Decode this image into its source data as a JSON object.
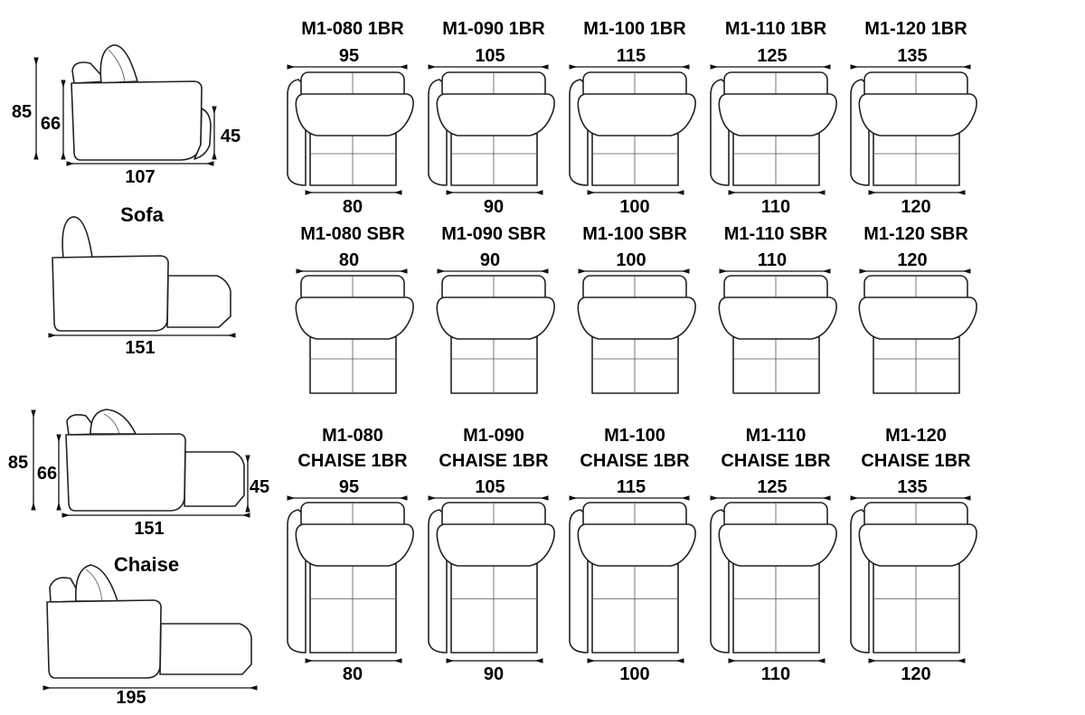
{
  "side_views": {
    "sofa": {
      "height_total": "85",
      "height_arm": "66",
      "height_seat": "45",
      "depth": "107",
      "label": "Sofa",
      "depth_extended": "151"
    },
    "chaise": {
      "height_total": "85",
      "height_arm": "66",
      "height_seat": "45",
      "depth": "151",
      "label": "Chaise",
      "depth_extended": "195"
    }
  },
  "rows": [
    {
      "type": "1BR",
      "modules": [
        {
          "title": [
            "M1-080 1BR"
          ],
          "top": "95",
          "bottom": "80"
        },
        {
          "title": [
            "M1-090 1BR"
          ],
          "top": "105",
          "bottom": "90"
        },
        {
          "title": [
            "M1-100 1BR"
          ],
          "top": "115",
          "bottom": "100"
        },
        {
          "title": [
            "M1-110 1BR"
          ],
          "top": "125",
          "bottom": "110"
        },
        {
          "title": [
            "M1-120 1BR"
          ],
          "top": "135",
          "bottom": "120"
        }
      ]
    },
    {
      "type": "SBR",
      "modules": [
        {
          "title": [
            "M1-080 SBR"
          ],
          "top": "80"
        },
        {
          "title": [
            "M1-090 SBR"
          ],
          "top": "90"
        },
        {
          "title": [
            "M1-100 SBR"
          ],
          "top": "100"
        },
        {
          "title": [
            "M1-110 SBR"
          ],
          "top": "110"
        },
        {
          "title": [
            "M1-120 SBR"
          ],
          "top": "120"
        }
      ]
    },
    {
      "type": "CHAISE 1BR",
      "modules": [
        {
          "title": [
            "M1-080",
            "CHAISE 1BR"
          ],
          "top": "95",
          "bottom": "80"
        },
        {
          "title": [
            "M1-090",
            "CHAISE 1BR"
          ],
          "top": "105",
          "bottom": "90"
        },
        {
          "title": [
            "M1-100",
            "CHAISE 1BR"
          ],
          "top": "115",
          "bottom": "100"
        },
        {
          "title": [
            "M1-110",
            "CHAISE 1BR"
          ],
          "top": "125",
          "bottom": "110"
        },
        {
          "title": [
            "M1-120",
            "CHAISE 1BR"
          ],
          "top": "135",
          "bottom": "120"
        }
      ]
    }
  ]
}
